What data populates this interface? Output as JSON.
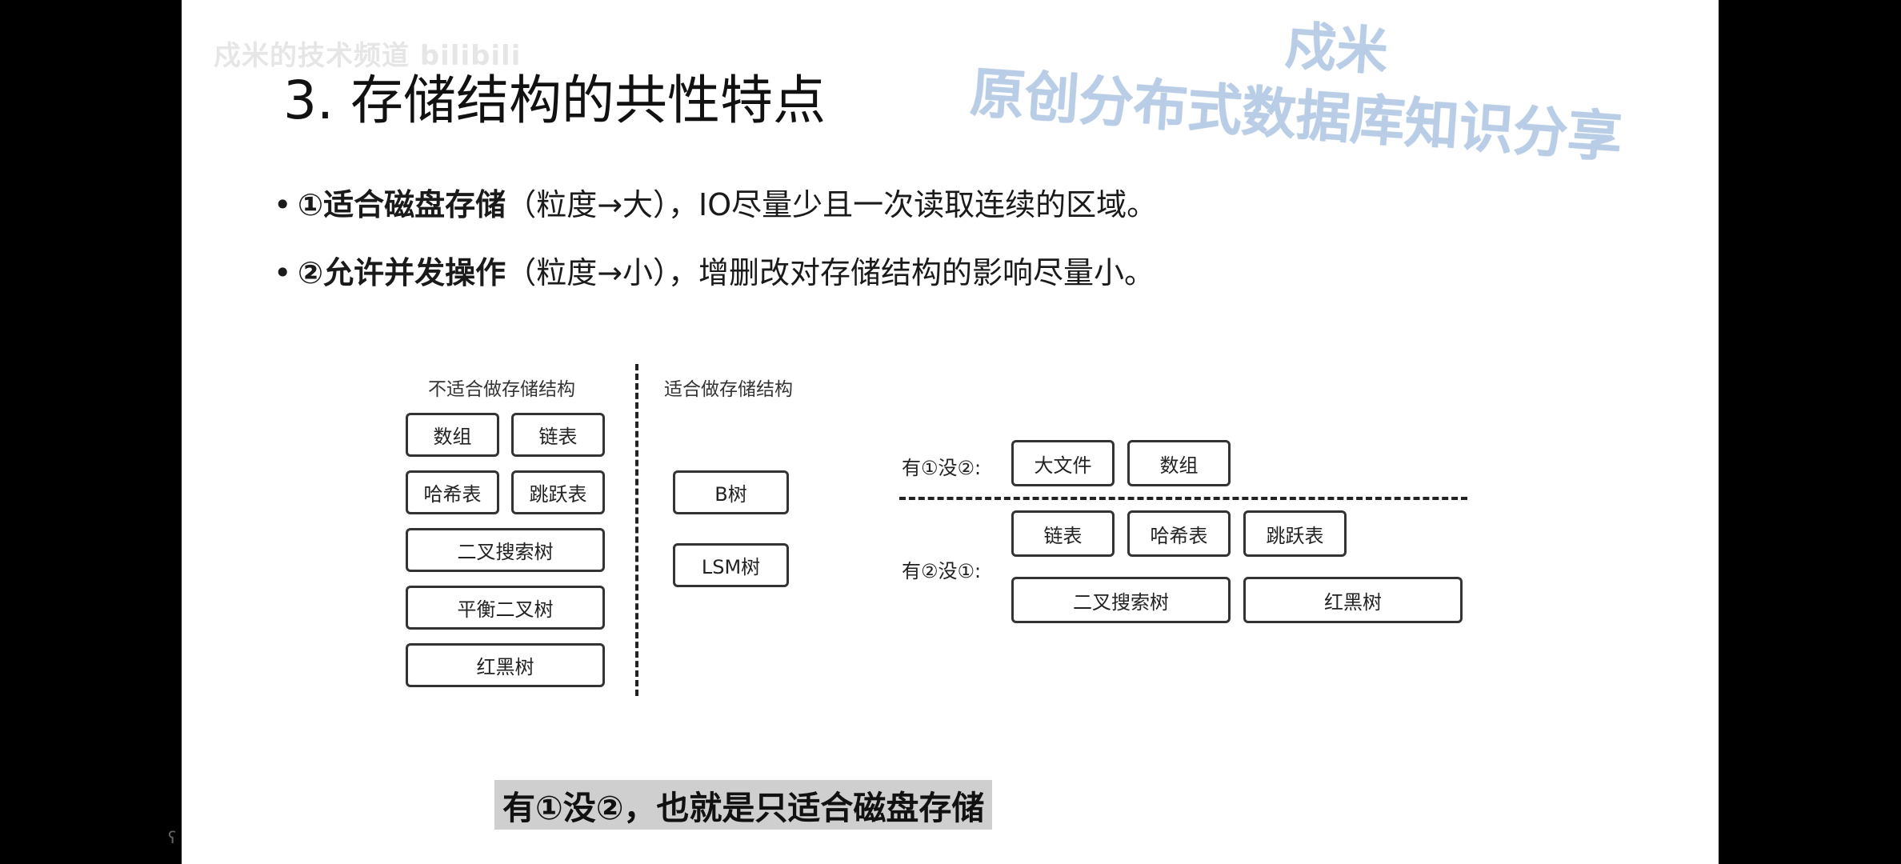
{
  "watermarks": {
    "channel": "戍米的技术频道 bilibili",
    "brand_top": "戍米",
    "brand_main": "原创分布式数据库知识分享"
  },
  "slide": {
    "title": "3. 存储结构的共性特点",
    "bullets": [
      {
        "dot": "•",
        "bold": "①适合磁盘存储",
        "rest": "（粒度→大），IO尽量少且一次读取连续的区域。"
      },
      {
        "dot": "•",
        "bold": "②允许并发操作",
        "rest": "（粒度→小），增删改对存储结构的影响尽量小。"
      }
    ]
  },
  "diagram": {
    "unsuitable_label": "不适合做存储结构",
    "suitable_label": "适合做存储结构",
    "unsuitable": [
      "数组",
      "链表",
      "哈希表",
      "跳跃表",
      "二叉搜索树",
      "平衡二叉树",
      "红黑树"
    ],
    "suitable": [
      "B树",
      "LSM树"
    ],
    "row1_label": "有①没②:",
    "row1_items": [
      "大文件",
      "数组"
    ],
    "row2_label": "有②没①:",
    "row2_items": [
      "链表",
      "哈希表",
      "跳跃表",
      "二叉搜索树",
      "红黑树"
    ]
  },
  "subtitle": "有①没②，也就是只适合磁盘存储",
  "corner": "ʕ"
}
